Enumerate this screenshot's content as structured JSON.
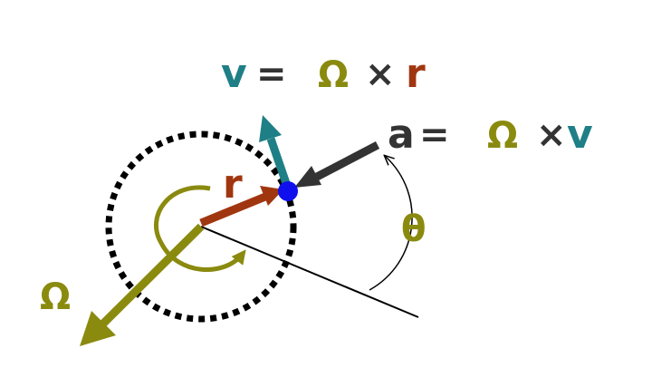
{
  "colors": {
    "omega": "#8a8a0f",
    "velocity": "#1f7f86",
    "radius": "#a0360f",
    "accel": "#333333",
    "point": "#1010ee",
    "line": "#000000"
  },
  "equations": {
    "velocity": {
      "lhs": "v",
      "eq": "=",
      "a": "Ω",
      "op": "×",
      "b": "r"
    },
    "acceleration": {
      "lhs": "a",
      "eq": "=",
      "a": "Ω",
      "op": "×",
      "b": "v"
    }
  },
  "labels": {
    "radius": "r",
    "angle": "θ",
    "omega": "Ω"
  }
}
